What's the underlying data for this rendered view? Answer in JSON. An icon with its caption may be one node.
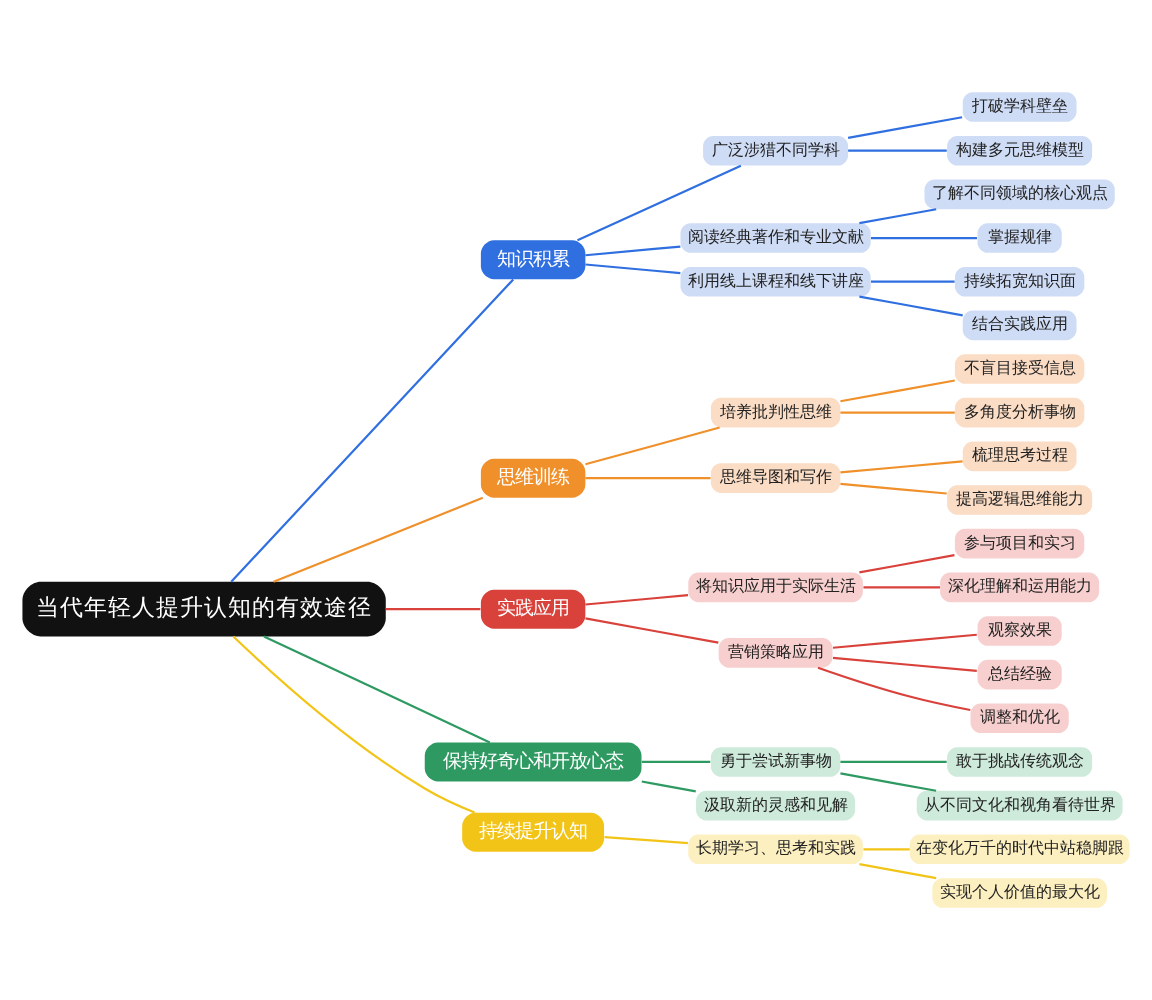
{
  "diagram": {
    "nodes": [
      {
        "text": [
          "当代年轻人提升认知的有效途径"
        ]
      },
      {
        "text": [
          "知识积累"
        ]
      },
      {
        "text": [
          "广泛涉猎不同学科"
        ]
      },
      {
        "text": [
          "打破学科壁垒"
        ]
      },
      {
        "text": [
          "构建多元思维模型"
        ]
      },
      {
        "text": [
          "阅读经典著作和专业文献"
        ]
      },
      {
        "text": [
          "了解不同领域的核心观点"
        ]
      },
      {
        "text": [
          "掌握规律"
        ]
      },
      {
        "text": [
          "利用线上课程和线下讲座"
        ]
      },
      {
        "text": [
          "持续拓宽知识面"
        ]
      },
      {
        "text": [
          "结合实践应用"
        ]
      },
      {
        "text": [
          "思维训练"
        ]
      },
      {
        "text": [
          "培养批判性思维"
        ]
      },
      {
        "text": [
          "不盲目接受信息"
        ]
      },
      {
        "text": [
          "多角度分析事物"
        ]
      },
      {
        "text": [
          "思维导图和写作"
        ]
      },
      {
        "text": [
          "梳理思考过程"
        ]
      },
      {
        "text": [
          "提高逻辑思维能力"
        ]
      },
      {
        "text": [
          "实践应用"
        ]
      },
      {
        "text": [
          "将知识应用于实际生活"
        ]
      },
      {
        "text": [
          "参与项目和实习"
        ]
      },
      {
        "text": [
          "深化理解和运用能力"
        ]
      },
      {
        "text": [
          "营销策略应用"
        ]
      },
      {
        "text": [
          "观察效果"
        ]
      },
      {
        "text": [
          "总结经验"
        ]
      },
      {
        "text": [
          "调整和优化"
        ]
      },
      {
        "text": [
          "保持好奇心和开放心态"
        ]
      },
      {
        "text": [
          "勇于尝试新事物"
        ]
      },
      {
        "text": [
          "敢于挑战传统观念"
        ]
      },
      {
        "text": [
          "从不同文化和视角看待世界"
        ]
      },
      {
        "text": [
          "汲取新的灵感和见解"
        ]
      },
      {
        "text": [
          "持续提升认知"
        ]
      },
      {
        "text": [
          "长期学习、思考和实践"
        ]
      },
      {
        "text": [
          "在变化万千的时代中站稳脚跟"
        ]
      },
      {
        "text": [
          "实现个人价值的最大化"
        ]
      }
    ],
    "edges": [
      {
        "from": 0,
        "to": 1,
        "arrow": "none",
        "color": "#2f6fe0"
      },
      {
        "from": 1,
        "to": 2,
        "arrow": "none",
        "color": "#2f6fe0"
      },
      {
        "from": 2,
        "to": 3,
        "arrow": "none",
        "color": "#2f6fe0"
      },
      {
        "from": 2,
        "to": 4,
        "arrow": "none",
        "color": "#2f6fe0"
      },
      {
        "from": 1,
        "to": 5,
        "arrow": "none",
        "color": "#2f6fe0"
      },
      {
        "from": 5,
        "to": 6,
        "arrow": "none",
        "color": "#2f6fe0"
      },
      {
        "from": 5,
        "to": 7,
        "arrow": "none",
        "color": "#2f6fe0"
      },
      {
        "from": 1,
        "to": 8,
        "arrow": "none",
        "color": "#2f6fe0"
      },
      {
        "from": 8,
        "to": 9,
        "arrow": "none",
        "color": "#2f6fe0"
      },
      {
        "from": 8,
        "to": 10,
        "arrow": "none",
        "color": "#2f6fe0"
      },
      {
        "from": 0,
        "to": 11,
        "arrow": "none",
        "color": "#f0902a"
      },
      {
        "from": 11,
        "to": 12,
        "arrow": "none",
        "color": "#f0902a"
      },
      {
        "from": 12,
        "to": 13,
        "arrow": "none",
        "color": "#f0902a"
      },
      {
        "from": 12,
        "to": 14,
        "arrow": "none",
        "color": "#f0902a"
      },
      {
        "from": 11,
        "to": 15,
        "arrow": "none",
        "color": "#f0902a"
      },
      {
        "from": 15,
        "to": 16,
        "arrow": "none",
        "color": "#f0902a"
      },
      {
        "from": 15,
        "to": 17,
        "arrow": "none",
        "color": "#f0902a"
      },
      {
        "from": 0,
        "to": 18,
        "arrow": "none",
        "color": "#d9413b"
      },
      {
        "from": 18,
        "to": 19,
        "arrow": "none",
        "color": "#d9413b"
      },
      {
        "from": 19,
        "to": 20,
        "arrow": "none",
        "color": "#d9413b"
      },
      {
        "from": 19,
        "to": 21,
        "arrow": "none",
        "color": "#d9413b"
      },
      {
        "from": 18,
        "to": 22,
        "arrow": "none",
        "color": "#d9413b"
      },
      {
        "from": 22,
        "to": 23,
        "arrow": "none",
        "color": "#d9413b"
      },
      {
        "from": 22,
        "to": 24,
        "arrow": "none",
        "color": "#d9413b"
      },
      {
        "from": 22,
        "to": 25,
        "arrow": "none",
        "color": "#d9413b"
      },
      {
        "from": 0,
        "to": 26,
        "arrow": "none",
        "color": "#2e9a62"
      },
      {
        "from": 26,
        "to": 27,
        "arrow": "none",
        "color": "#2e9a62"
      },
      {
        "from": 27,
        "to": 28,
        "arrow": "none",
        "color": "#2e9a62"
      },
      {
        "from": 27,
        "to": 29,
        "arrow": "none",
        "color": "#2e9a62"
      },
      {
        "from": 26,
        "to": 30,
        "arrow": "none",
        "color": "#2e9a62"
      },
      {
        "from": 0,
        "to": 31,
        "arrow": "none",
        "color": "#f2c417"
      },
      {
        "from": 31,
        "to": 32,
        "arrow": "none",
        "color": "#f2c417"
      },
      {
        "from": 32,
        "to": 33,
        "arrow": "none",
        "color": "#f2c417"
      },
      {
        "from": 32,
        "to": 34,
        "arrow": "none",
        "color": "#f2c417"
      }
    ]
  }
}
